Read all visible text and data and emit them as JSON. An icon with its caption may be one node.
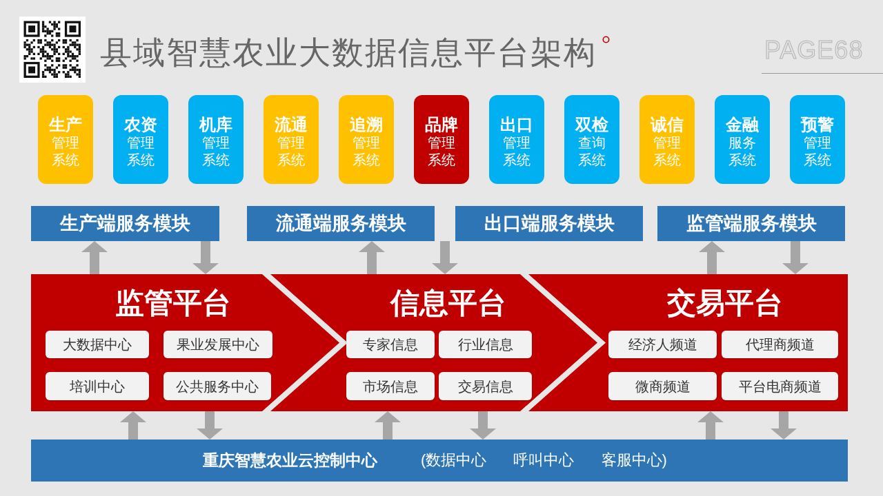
{
  "diagram": {
    "title": "县域智慧农业大数据信息平台架构",
    "nodes": [
      {
        "text": [
          "生产",
          "管理系统"
        ]
      },
      {
        "text": [
          "农资",
          "管理系统"
        ]
      },
      {
        "text": [
          "机库",
          "管理系统"
        ]
      },
      {
        "text": [
          "流通",
          "管理系统"
        ]
      },
      {
        "text": [
          "追溯",
          "管理系统"
        ]
      },
      {
        "text": [
          "品牌",
          "管理系统"
        ]
      },
      {
        "text": [
          "出口",
          "管理系统"
        ]
      },
      {
        "text": [
          "双检",
          "查询系统"
        ]
      },
      {
        "text": [
          "诚信",
          "管理系统"
        ]
      },
      {
        "text": [
          "金融",
          "服务系统"
        ]
      },
      {
        "text": [
          "预警",
          "管理系统"
        ]
      },
      {
        "text": [
          "生产端服务模块"
        ]
      },
      {
        "text": [
          "流通端服务模块"
        ]
      },
      {
        "text": [
          "出口端服务模块"
        ]
      },
      {
        "text": [
          "监管端服务模块"
        ]
      },
      {
        "text": [
          "监管平台"
        ]
      },
      {
        "text": [
          "大数据中心"
        ],
        "in": 15
      },
      {
        "text": [
          "果业发展中心"
        ],
        "in": 15
      },
      {
        "text": [
          "培训中心"
        ],
        "in": 15
      },
      {
        "text": [
          "公共服务中心"
        ],
        "in": 15
      },
      {
        "text": [
          "信息平台"
        ]
      },
      {
        "text": [
          "专家信息"
        ],
        "in": 20
      },
      {
        "text": [
          "行业信息"
        ],
        "in": 20
      },
      {
        "text": [
          "市场信息"
        ],
        "in": 20
      },
      {
        "text": [
          "交易信息"
        ],
        "in": 20
      },
      {
        "text": [
          "交易平台"
        ]
      },
      {
        "text": [
          "经济人频道"
        ],
        "in": 25
      },
      {
        "text": [
          "代理商频道"
        ],
        "in": 25
      },
      {
        "text": [
          "微商频道"
        ],
        "in": 25
      },
      {
        "text": [
          "平台电商频道"
        ],
        "in": 25
      },
      {
        "text": [
          "重庆智慧农业云控制中心",
          "(数据中心 呼叫中心 客服中心)"
        ]
      }
    ],
    "edges": [
      {
        "from": 15,
        "to": 11,
        "arrow": "to"
      },
      {
        "from": 11,
        "to": 15,
        "arrow": "to"
      },
      {
        "from": 20,
        "to": 12,
        "arrow": "to"
      },
      {
        "from": 12,
        "to": 20,
        "arrow": "to"
      },
      {
        "from": 25,
        "to": 14,
        "arrow": "to"
      },
      {
        "from": 14,
        "to": 25,
        "arrow": "to"
      },
      {
        "from": 30,
        "to": 15,
        "arrow": "to"
      },
      {
        "from": 15,
        "to": 30,
        "arrow": "to"
      },
      {
        "from": 30,
        "to": 20,
        "arrow": "to"
      },
      {
        "from": 20,
        "to": 30,
        "arrow": "to"
      },
      {
        "from": 30,
        "to": 25,
        "arrow": "to"
      },
      {
        "from": 25,
        "to": 30,
        "arrow": "to"
      }
    ],
    "labels": [
      "PAGE68"
    ]
  }
}
